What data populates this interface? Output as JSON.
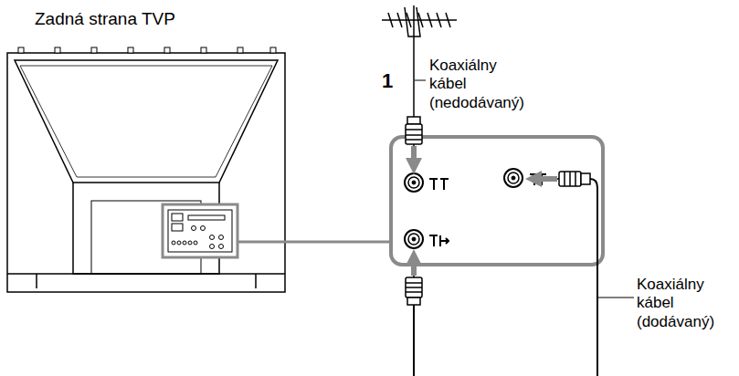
{
  "diagram": {
    "labels": [
      "Zadná strana TVP",
      "1",
      "Koaxiálny kábel (nedodávaný)",
      "Koaxiálny kábel (dodávaný)"
    ]
  }
}
